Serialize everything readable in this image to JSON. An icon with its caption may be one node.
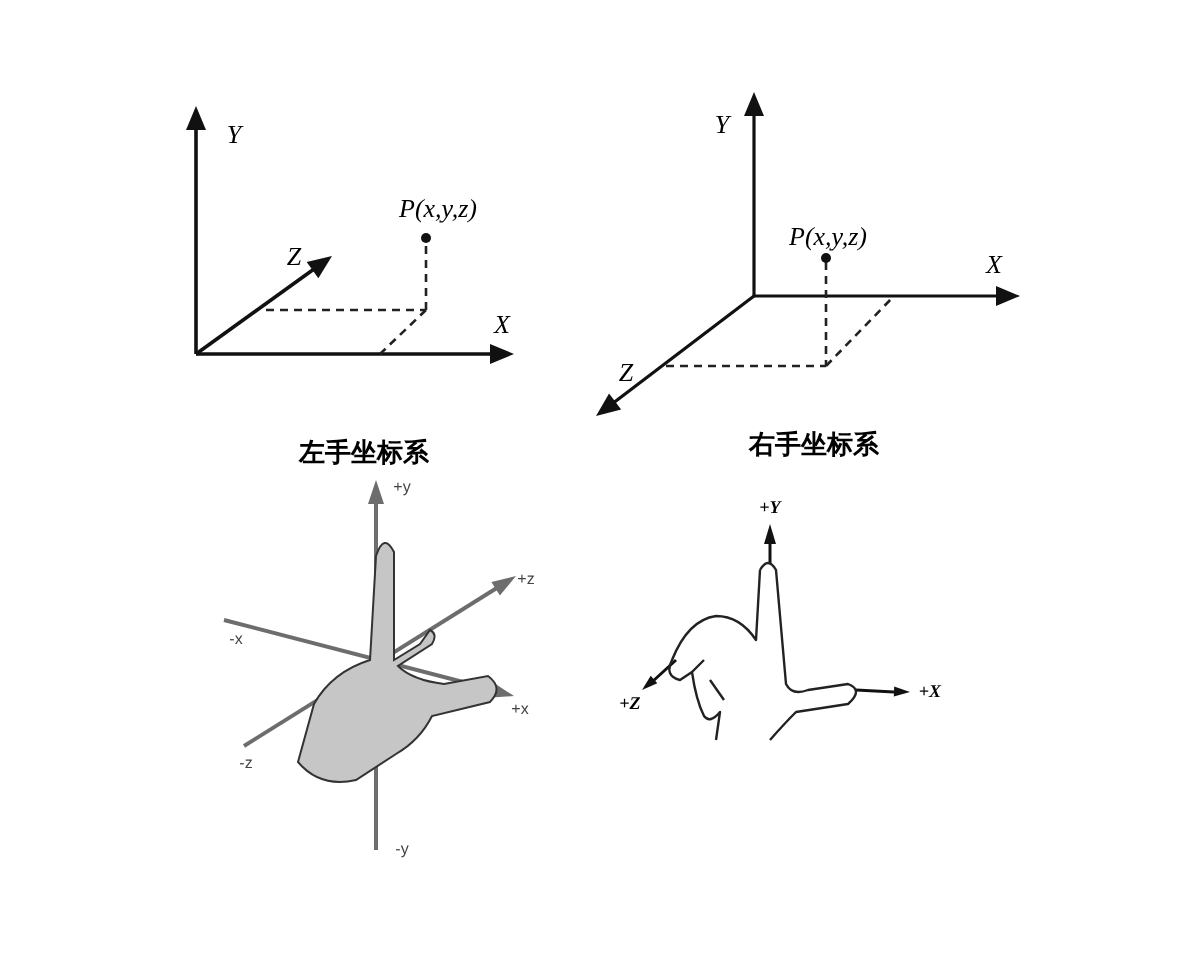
{
  "diagram": {
    "labels": [
      "Y",
      "Z",
      "P(x,y,z)",
      "X",
      "Y",
      "P(x,y,z)",
      "X",
      "Z",
      "左手坐标系",
      "右手坐标系",
      "+y",
      "+z",
      "-x",
      "+x",
      "-z",
      "-y",
      "+Y",
      "+Z",
      "+X"
    ]
  }
}
